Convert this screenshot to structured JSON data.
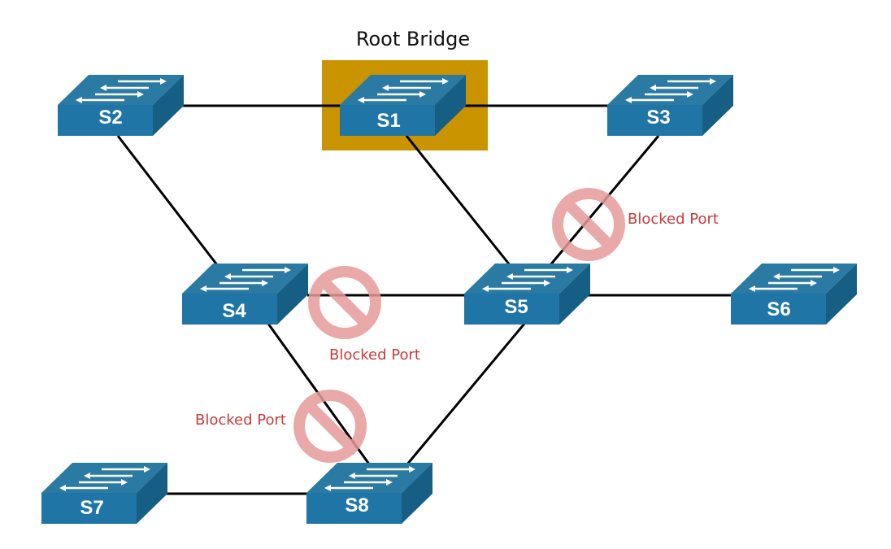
{
  "title": "Root Bridge",
  "colors": {
    "switch_top": "#2a7aa3",
    "switch_front": "#1f75a6",
    "switch_side": "#175e85",
    "root_highlight": "#c99400",
    "blocked_symbol": "#e79b9b",
    "blocked_text": "#c73b3b",
    "link": "#000000"
  },
  "switches": [
    {
      "id": "s1",
      "label": "S1",
      "icon": "network-switch-icon",
      "role": "root"
    },
    {
      "id": "s2",
      "label": "S2",
      "icon": "network-switch-icon"
    },
    {
      "id": "s3",
      "label": "S3",
      "icon": "network-switch-icon"
    },
    {
      "id": "s4",
      "label": "S4",
      "icon": "network-switch-icon"
    },
    {
      "id": "s5",
      "label": "S5",
      "icon": "network-switch-icon"
    },
    {
      "id": "s6",
      "label": "S6",
      "icon": "network-switch-icon"
    },
    {
      "id": "s7",
      "label": "S7",
      "icon": "network-switch-icon"
    },
    {
      "id": "s8",
      "label": "S8",
      "icon": "network-switch-icon"
    }
  ],
  "links": [
    {
      "from": "S2",
      "to": "S1"
    },
    {
      "from": "S1",
      "to": "S3"
    },
    {
      "from": "S2",
      "to": "S4"
    },
    {
      "from": "S1",
      "to": "S5"
    },
    {
      "from": "S3",
      "to": "S5"
    },
    {
      "from": "S4",
      "to": "S5"
    },
    {
      "from": "S5",
      "to": "S6"
    },
    {
      "from": "S4",
      "to": "S8"
    },
    {
      "from": "S5",
      "to": "S8"
    },
    {
      "from": "S7",
      "to": "S8"
    }
  ],
  "blocked_ports": [
    {
      "link": "S3-S5",
      "label": "Blocked Port",
      "icon": "blocked-port-icon"
    },
    {
      "link": "S4-S5",
      "label": "Blocked Port",
      "icon": "blocked-port-icon"
    },
    {
      "link": "S4-S8",
      "label": "Blocked Port",
      "icon": "blocked-port-icon"
    }
  ]
}
